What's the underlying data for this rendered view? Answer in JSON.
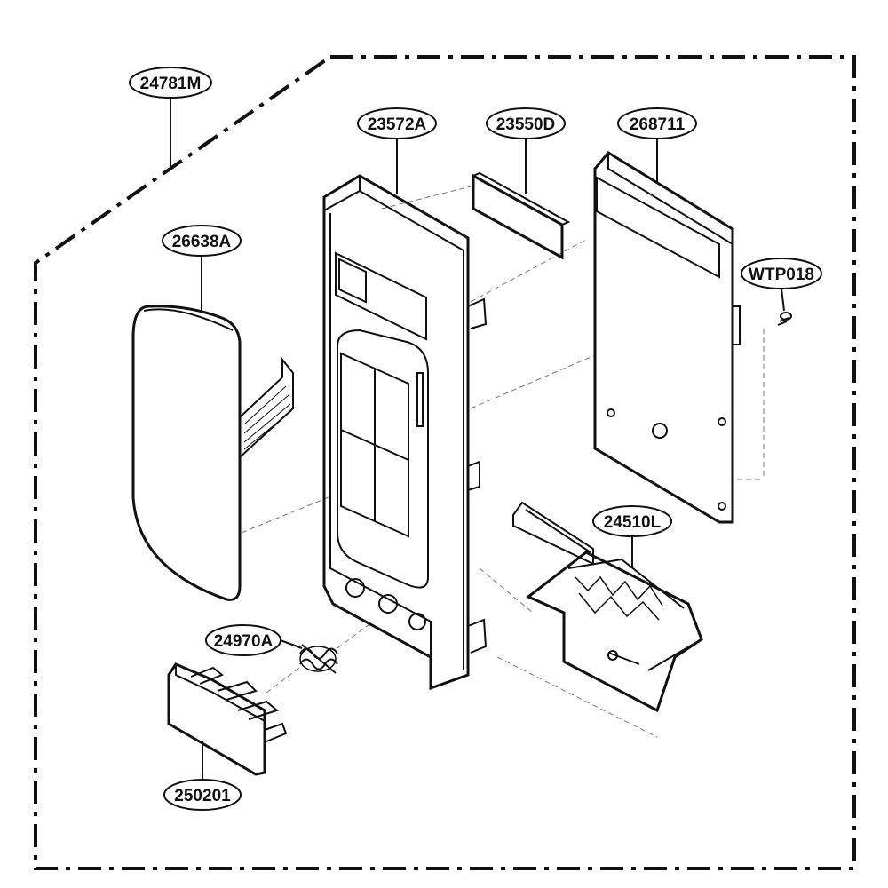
{
  "parts": {
    "assembly": "24781M",
    "control_panel": "23572A",
    "window": "23550D",
    "pcb": "268711",
    "screw": "WTP018",
    "membrane": "26638A",
    "latch": "24510L",
    "spring": "24970A",
    "door_button": "250201"
  },
  "colors": {
    "line": "#111111",
    "background": "#ffffff"
  }
}
